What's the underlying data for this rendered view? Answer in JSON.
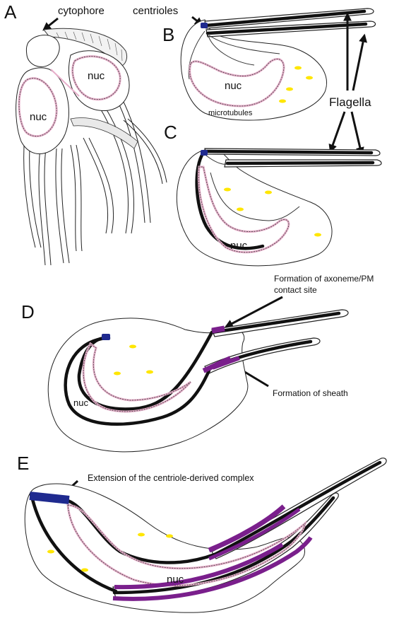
{
  "panels": {
    "a": {
      "letter": "A",
      "cytophore": "cytophore",
      "nuc_left": "nuc",
      "nuc_right": "nuc"
    },
    "b": {
      "letter": "B",
      "centrioles": "centrioles",
      "nuc": "nuc",
      "microtubules": "microtubules"
    },
    "c": {
      "letter": "C",
      "nuc": "nuc"
    },
    "d": {
      "letter": "D",
      "axoneme_line1": "Formation of axoneme/PM",
      "axoneme_line2": "contact site",
      "sheath": "Formation of sheath",
      "nuc": "nuc"
    },
    "e": {
      "letter": "E",
      "extension": "Extension of the centriole-derived complex",
      "nuc": "nuc"
    }
  },
  "flagella_label": "Flagella",
  "colors": {
    "centriole": "#1f2a8f",
    "sheath": "#7a1f8c",
    "granule": "#ffe600",
    "nuclear_envelope": "#e7aeca",
    "outline": "#222222"
  }
}
